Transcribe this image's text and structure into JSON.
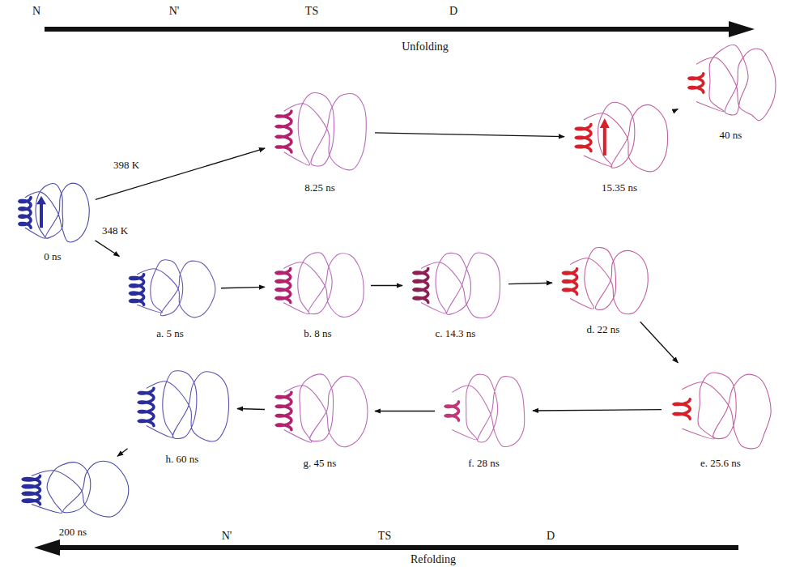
{
  "diagram": {
    "nodes": [
      {
        "text": [
          "0 ns"
        ]
      },
      {
        "text": [
          "8.25 ns"
        ]
      },
      {
        "text": [
          "15.35 ns"
        ]
      },
      {
        "text": [
          "40 ns"
        ]
      },
      {
        "text": [
          "a. 5 ns"
        ]
      },
      {
        "text": [
          "b. 8 ns"
        ]
      },
      {
        "text": [
          "c. 14.3 ns"
        ]
      },
      {
        "text": [
          "d. 22 ns"
        ]
      },
      {
        "text": [
          "e. 25.6 ns"
        ]
      },
      {
        "text": [
          "f. 28 ns"
        ]
      },
      {
        "text": [
          "g. 45 ns"
        ]
      },
      {
        "text": [
          "h. 60 ns"
        ]
      },
      {
        "text": [
          "200 ns"
        ]
      }
    ],
    "edges": [
      {
        "from": 0,
        "to": 1,
        "label": "398 K",
        "arrow": "to"
      },
      {
        "from": 1,
        "to": 2,
        "arrow": "to"
      },
      {
        "from": 2,
        "to": 3,
        "arrow": "to"
      },
      {
        "from": 0,
        "to": 4,
        "label": "348 K",
        "arrow": "to"
      },
      {
        "from": 4,
        "to": 5,
        "arrow": "to"
      },
      {
        "from": 5,
        "to": 6,
        "arrow": "to"
      },
      {
        "from": 6,
        "to": 7,
        "arrow": "to"
      },
      {
        "from": 7,
        "to": 8,
        "arrow": "to"
      },
      {
        "from": 8,
        "to": 9,
        "arrow": "to"
      },
      {
        "from": 9,
        "to": 10,
        "arrow": "to"
      },
      {
        "from": 10,
        "to": 11,
        "arrow": "to"
      },
      {
        "from": 11,
        "to": 12,
        "arrow": "to"
      }
    ],
    "labels": [
      "N",
      "N'",
      "TS",
      "D",
      "Unfolding",
      "N'",
      "TS",
      "D",
      "Refolding"
    ]
  }
}
